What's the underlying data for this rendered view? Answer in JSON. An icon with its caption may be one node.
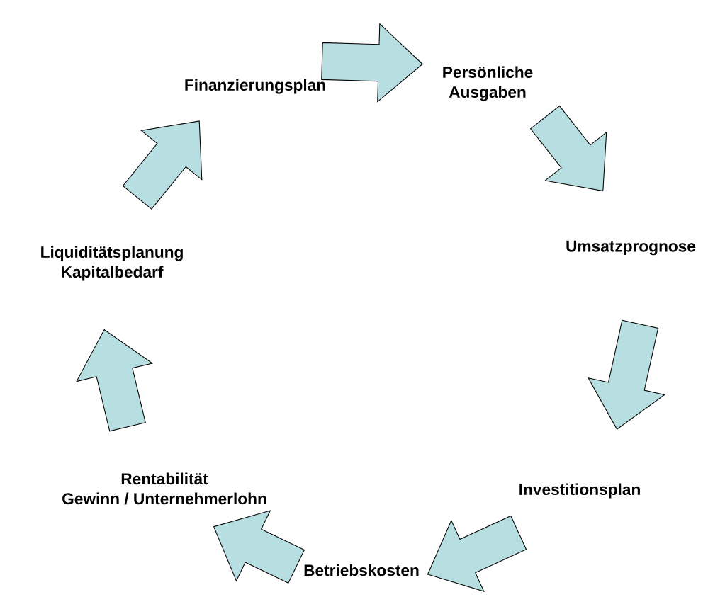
{
  "diagram": {
    "nodes": [
      {
        "text": [
          "Finanzierungsplan"
        ]
      },
      {
        "text": [
          "Persönliche Ausgaben"
        ]
      },
      {
        "text": [
          "Umsatzprognose"
        ]
      },
      {
        "text": [
          "Investitionsplan"
        ]
      },
      {
        "text": [
          "Betriebskosten"
        ]
      },
      {
        "text": [
          "Rentabilität",
          "Gewinn / Unternehmerlohn"
        ]
      },
      {
        "text": [
          "Liquiditätsplanung",
          "Kapitalbedarf"
        ]
      }
    ],
    "edges": [
      {
        "from": 0,
        "to": 1,
        "arrow": "to"
      },
      {
        "from": 1,
        "to": 2,
        "arrow": "to"
      },
      {
        "from": 2,
        "to": 3,
        "arrow": "to"
      },
      {
        "from": 3,
        "to": 4,
        "arrow": "to"
      },
      {
        "from": 4,
        "to": 5,
        "arrow": "to"
      },
      {
        "from": 5,
        "to": 6,
        "arrow": "to"
      },
      {
        "from": 6,
        "to": 0,
        "arrow": "to"
      }
    ]
  }
}
